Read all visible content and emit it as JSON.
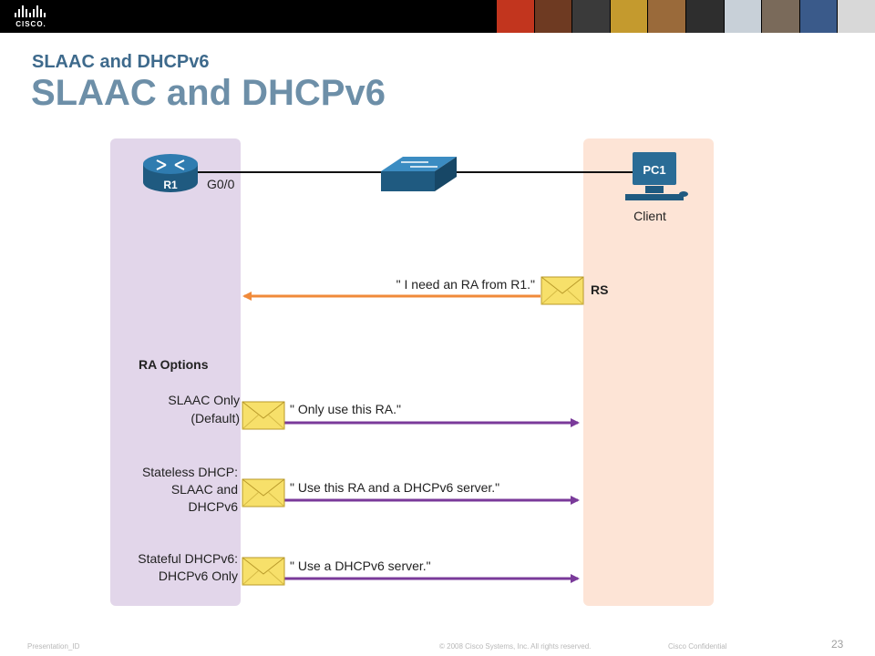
{
  "header": {
    "logo_text": "CISCO.",
    "photo_colors": [
      "#c2351e",
      "#6e3a22",
      "#3a3a3a",
      "#c49a2e",
      "#9a6a3a",
      "#2e2e2e",
      "#c8d0d8",
      "#7a6a5a",
      "#3a5a8a",
      "#d8d8d8"
    ]
  },
  "slide": {
    "subtitle": "SLAAC and DHCPv6",
    "title": "SLAAC and DHCPv6"
  },
  "diagram": {
    "router_label": "R1",
    "router_interface": "G0/0",
    "pc_label": "PC1",
    "client_label": "Client",
    "rs_message": "\" I need an RA from R1.\"",
    "rs_label": "RS",
    "ra_options_heading": "RA Options",
    "options": [
      {
        "label_lines": [
          "SLAAC Only",
          "(Default)"
        ],
        "message": "\" Only use this RA.\""
      },
      {
        "label_lines": [
          "Stateless DHCP:",
          "SLAAC and",
          "DHCPv6"
        ],
        "message": "\" Use this RA and a DHCPv6 server.\""
      },
      {
        "label_lines": [
          "Stateful DHCPv6:",
          "DHCPv6 Only"
        ],
        "message": "\" Use a DHCPv6 server.\""
      }
    ],
    "colors": {
      "router_panel": "#e2d6ea",
      "client_panel": "#fde4d6",
      "rs_arrow": "#f08a3a",
      "ra_arrow": "#7a3a9a",
      "device_blue": "#2a6c96",
      "envelope": "#f7e06a"
    }
  },
  "footer": {
    "presentation_id": "Presentation_ID",
    "copyright": "© 2008 Cisco Systems, Inc. All rights reserved.",
    "confidential": "Cisco Confidential",
    "page_number": "23"
  }
}
